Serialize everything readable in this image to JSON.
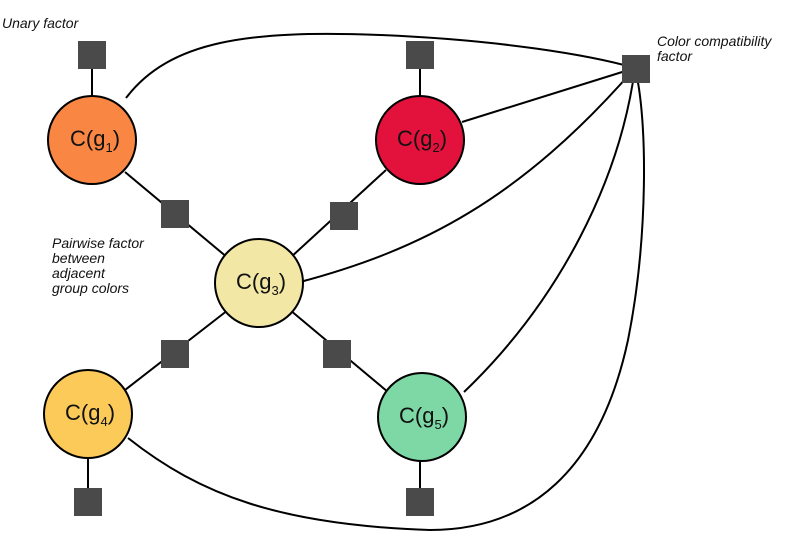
{
  "captions": {
    "unary": "Unary factor",
    "color_compat_line1": "Color compatibility",
    "color_compat_line2": "factor",
    "pairwise_line1": "Pairwise factor",
    "pairwise_line2": "between",
    "pairwise_line3": "adjacent",
    "pairwise_line4": "group colors"
  },
  "nodes": {
    "g1": {
      "prefix": "C(g",
      "sub": "1",
      "suffix": ")",
      "color": "#f98643"
    },
    "g2": {
      "prefix": "C(g",
      "sub": "2",
      "suffix": ")",
      "color": "#e2123d"
    },
    "g3": {
      "prefix": "C(g",
      "sub": "3",
      "suffix": ")",
      "color": "#f3e7a6"
    },
    "g4": {
      "prefix": "C(g",
      "sub": "4",
      "suffix": ")",
      "color": "#fbca59"
    },
    "g5": {
      "prefix": "C(g",
      "sub": "5",
      "suffix": ")",
      "color": "#7dd8a6"
    }
  },
  "factor_color": "#4a4a4a"
}
